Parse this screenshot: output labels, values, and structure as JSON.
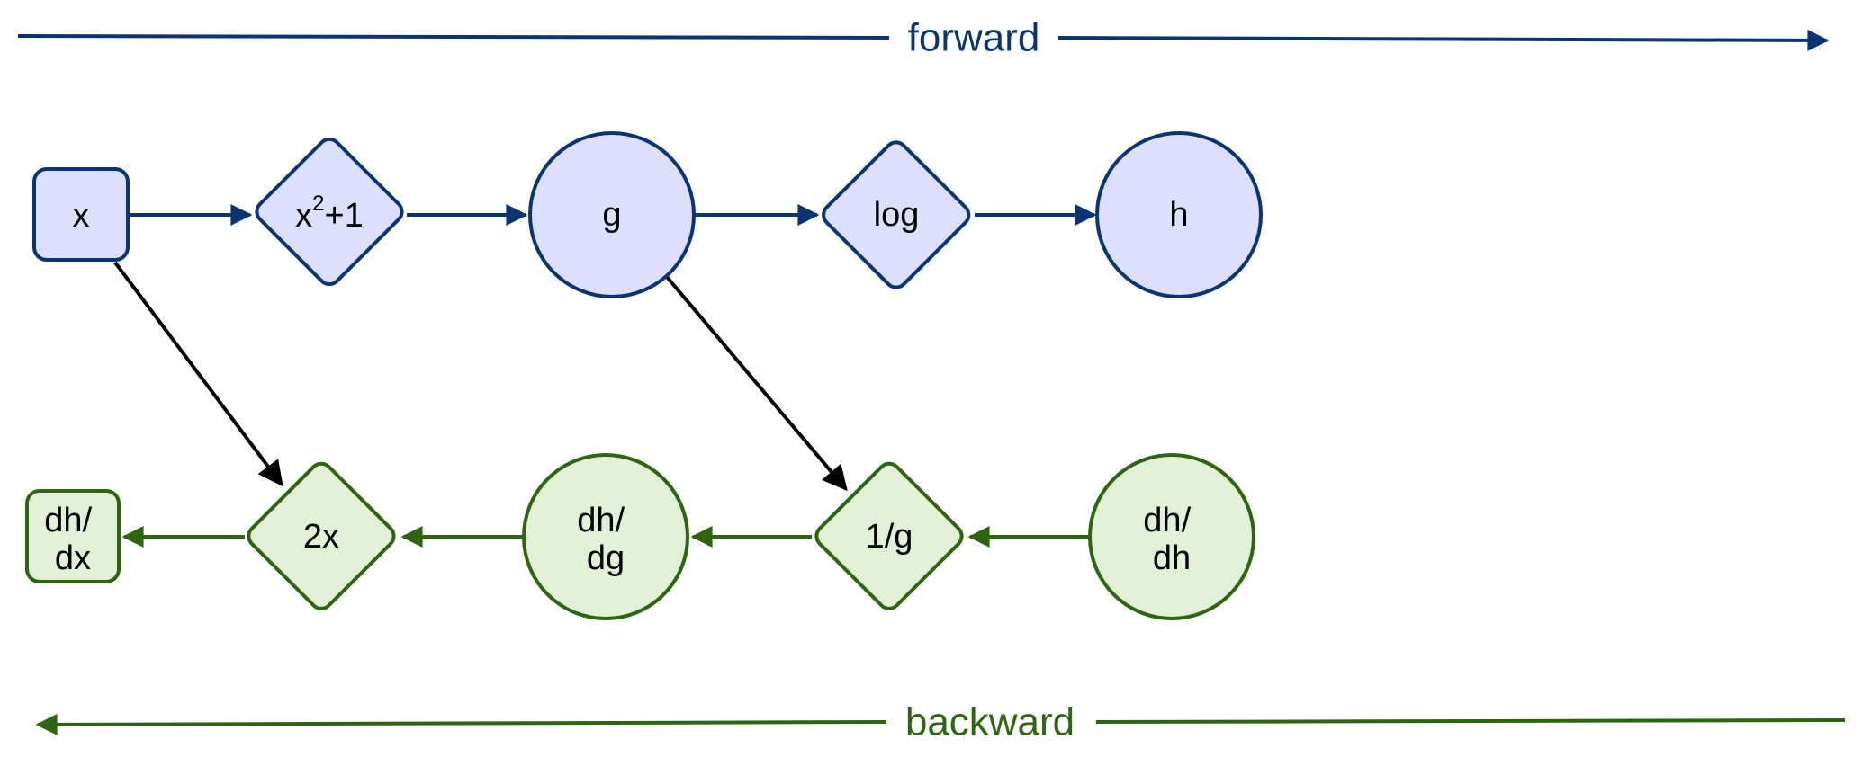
{
  "colors": {
    "forward_stroke": "#0b3572",
    "forward_fill": "#dde0fd",
    "backward_stroke": "#2f6410",
    "backward_fill": "#e1f0d6",
    "link": "#000000"
  },
  "directions": {
    "forward": "forward",
    "backward": "backward"
  },
  "forward_nodes": {
    "x": "x",
    "square_fn": {
      "base": "x",
      "exp": "2",
      "tail": "+1"
    },
    "g": "g",
    "log": "log",
    "h": "h"
  },
  "backward_nodes": {
    "dhdx": {
      "line1": "dh/",
      "line2": "dx"
    },
    "twox": "2x",
    "dhdg": {
      "line1": "dh/",
      "line2": "dg"
    },
    "inv_g": "1/g",
    "dhdh": {
      "line1": "dh/",
      "line2": "dh"
    }
  }
}
